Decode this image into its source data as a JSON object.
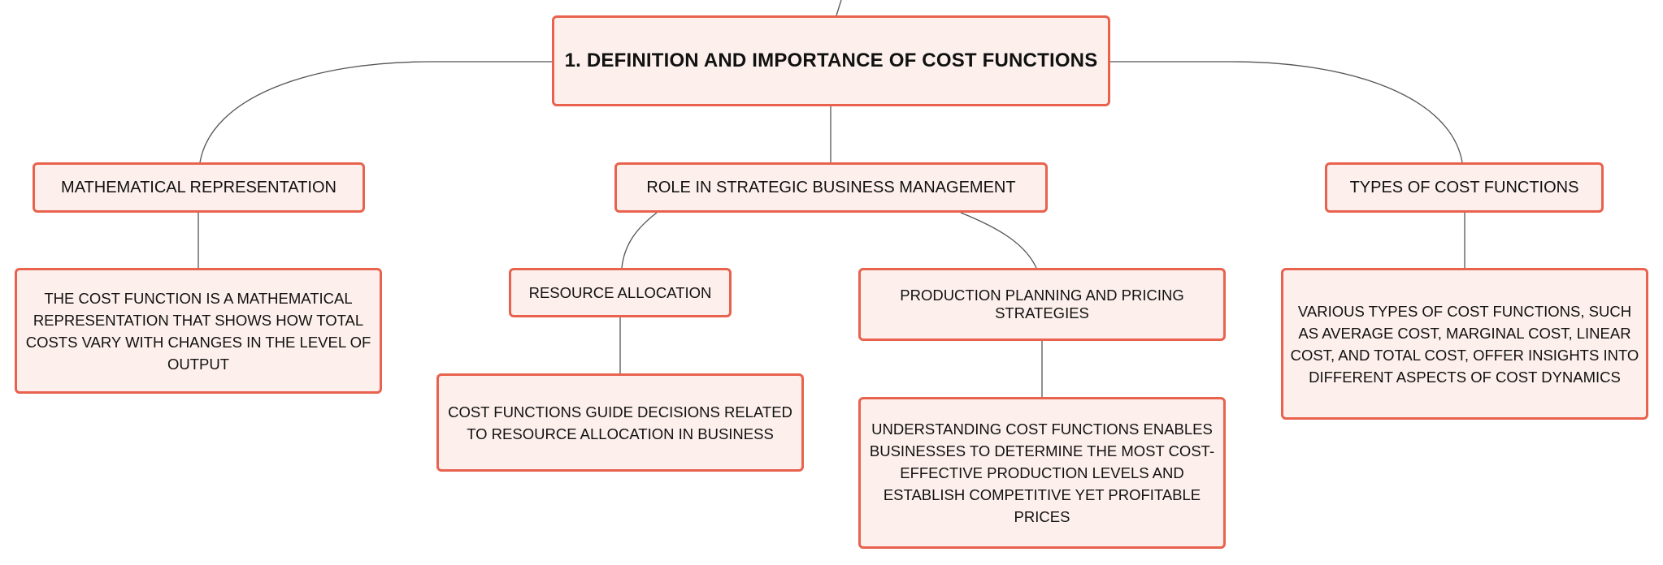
{
  "colors": {
    "node_border": "#e8624e",
    "node_fill": "#fdf0ec",
    "connector": "#555555"
  },
  "root": {
    "label": "1. DEFINITION AND IMPORTANCE OF COST FUNCTIONS"
  },
  "branches": {
    "mathematical": {
      "label": "MATHEMATICAL REPRESENTATION",
      "detail": "THE COST FUNCTION IS A MATHEMATICAL REPRESENTATION THAT SHOWS HOW TOTAL COSTS VARY WITH CHANGES IN THE LEVEL OF OUTPUT"
    },
    "role": {
      "label": "ROLE IN STRATEGIC BUSINESS MANAGEMENT",
      "resource": {
        "label": "RESOURCE ALLOCATION",
        "detail": "COST FUNCTIONS GUIDE DECISIONS RELATED TO RESOURCE ALLOCATION IN BUSINESS"
      },
      "production": {
        "label": "PRODUCTION PLANNING AND PRICING STRATEGIES",
        "detail": "UNDERSTANDING COST FUNCTIONS ENABLES BUSINESSES TO DETERMINE THE MOST COST-EFFECTIVE PRODUCTION LEVELS AND ESTABLISH COMPETITIVE YET PROFITABLE PRICES"
      }
    },
    "types": {
      "label": "TYPES OF COST FUNCTIONS",
      "detail": "VARIOUS TYPES OF COST FUNCTIONS, SUCH AS AVERAGE COST, MARGINAL COST, LINEAR COST, AND TOTAL COST, OFFER INSIGHTS INTO DIFFERENT ASPECTS OF COST DYNAMICS"
    }
  }
}
